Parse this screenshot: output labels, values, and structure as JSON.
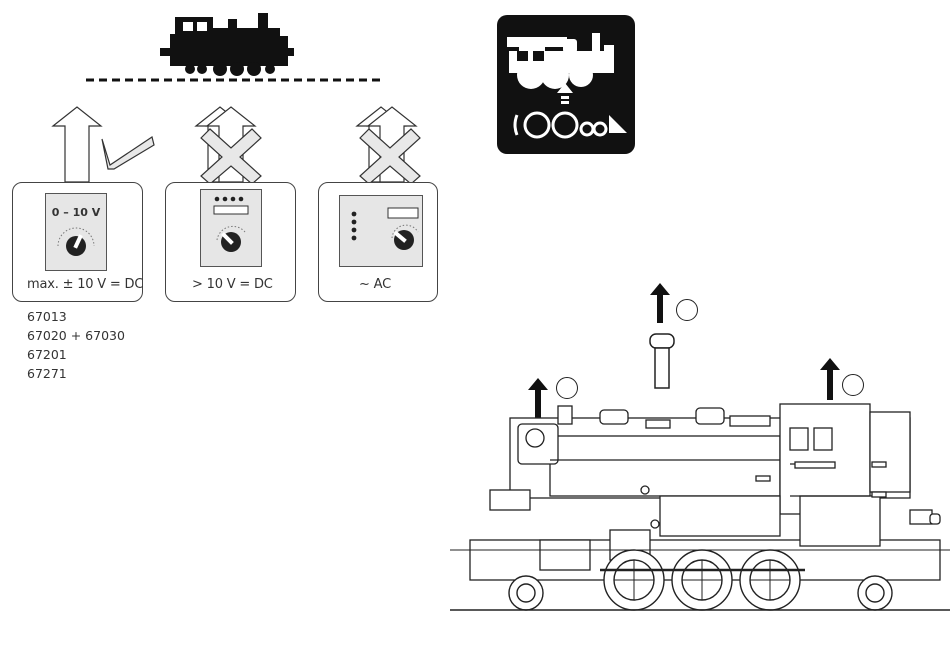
{
  "controllers": {
    "dc10": {
      "scale_label": "0 – 10 V",
      "caption": "max. ± 10 V = DC"
    },
    "dc_over": {
      "caption": "> 10 V = DC"
    },
    "ac": {
      "caption": "~ AC"
    }
  },
  "article_numbers": [
    "67013",
    "67020 + 67030",
    "67201",
    "67271"
  ],
  "colors": {
    "ink": "#111111",
    "panel_fill": "#e6e6e6",
    "line": "#444444"
  },
  "icons": {
    "top_train": "steam-locomotive-silhouette-icon",
    "function_symbol": "smoke-generator-symbol-icon",
    "allowed": "checkmark-icon",
    "not_allowed": "cross-icon"
  }
}
